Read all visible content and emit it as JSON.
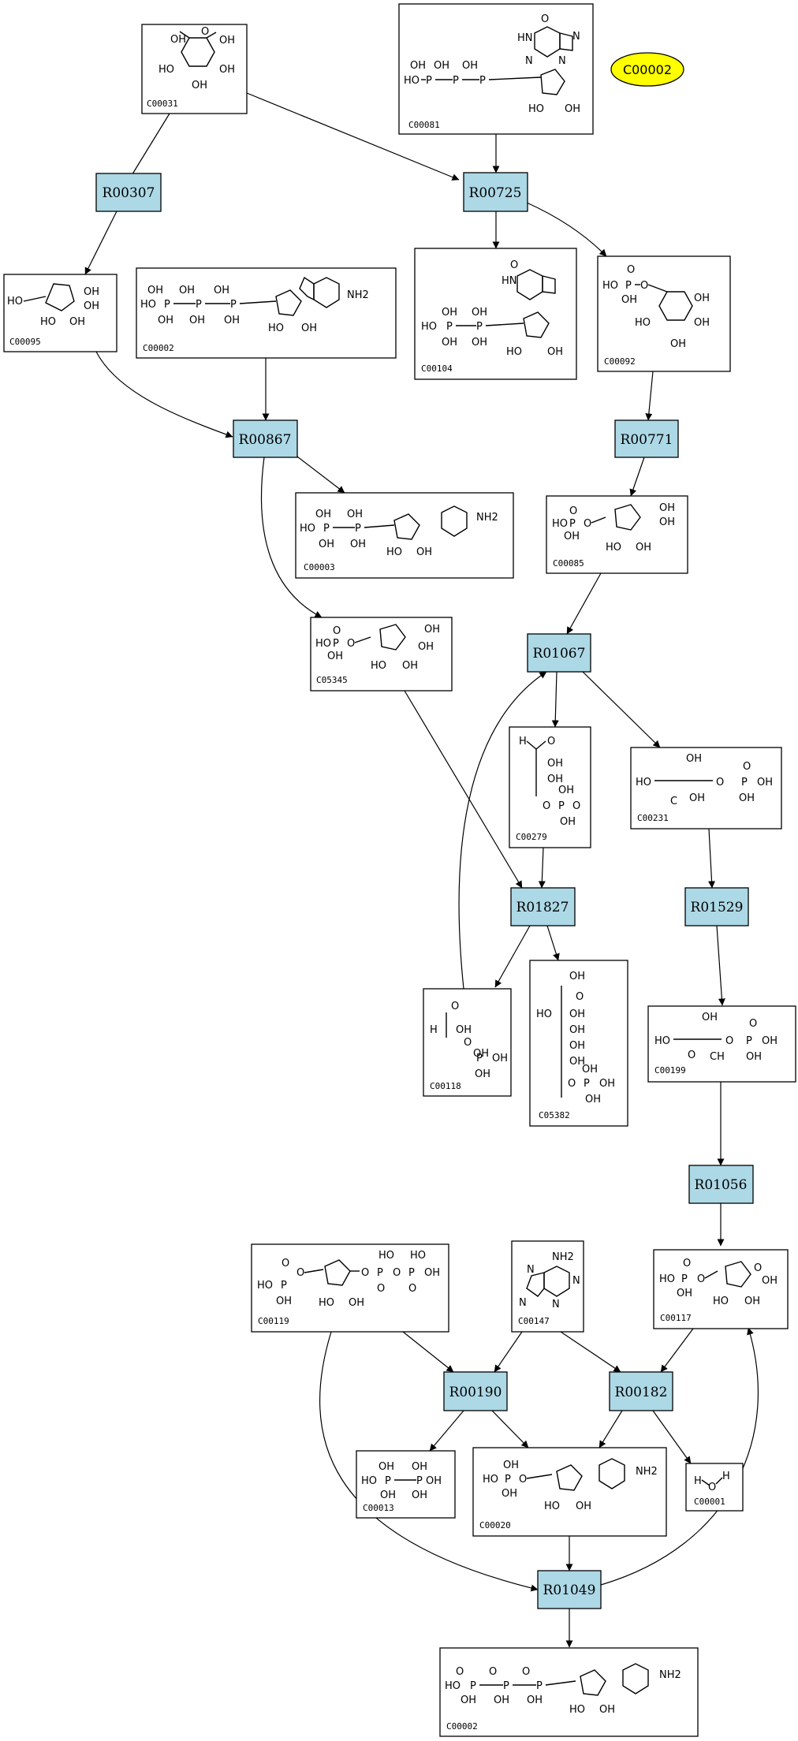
{
  "reactions": {
    "R00307": "R00307",
    "R00725": "R00725",
    "R00867": "R00867",
    "R00771": "R00771",
    "R01067": "R01067",
    "R01827": "R01827",
    "R01529": "R01529",
    "R01056": "R01056",
    "R00190": "R00190",
    "R00182": "R00182",
    "R01049": "R01049"
  },
  "compounds": {
    "c00031": "C00031",
    "c00081": "C00081",
    "c00095": "C00095",
    "c00002_top": "C00002",
    "c00104": "C00104",
    "c00092": "C00092",
    "c00003": "C00003",
    "c00085": "C00085",
    "c05345": "C05345",
    "c00279": "C00279",
    "c00231": "C00231",
    "c00118": "C00118",
    "c05382": "C05382",
    "c00199": "C00199",
    "c00119": "C00119",
    "c00147": "C00147",
    "c00117": "C00117",
    "c00013": "C00013",
    "c00020": "C00020",
    "c00001": "C00001",
    "c00002_bottom": "C00002"
  },
  "highlight": {
    "label": "C00002",
    "color": "#ffff00"
  },
  "colors": {
    "reaction_fill": "#add8e6",
    "compound_fill": "#ffffff",
    "edge": "#000000"
  },
  "atoms": {
    "oh": "OH",
    "ho": "HO",
    "o": "O",
    "p": "P",
    "n": "N",
    "nh2": "NH2",
    "h": "H",
    "c": "C",
    "ch": "CH",
    "hn": "HN"
  }
}
